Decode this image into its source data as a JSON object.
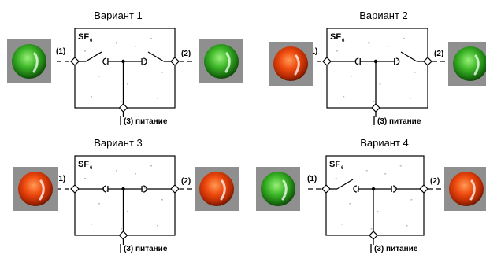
{
  "variants": [
    {
      "title": "Вариант 1",
      "gas_label": "SF",
      "gas_sub": "6",
      "left_port": "(1)",
      "right_port": "(2)",
      "power_label": "(3) питание",
      "left_lamp": "green",
      "right_lamp": "green",
      "left_switch": "open",
      "right_switch": "open"
    },
    {
      "title": "Вариант 2",
      "gas_label": "SF",
      "gas_sub": "6",
      "left_port": "(1)",
      "right_port": "(2)",
      "power_label": "(3) питание",
      "left_lamp": "red",
      "right_lamp": "green",
      "left_switch": "closed",
      "right_switch": "open"
    },
    {
      "title": "Вариант 3",
      "gas_label": "SF",
      "gas_sub": "6",
      "left_port": "(1)",
      "right_port": "(2)",
      "power_label": "(3) питание",
      "left_lamp": "red",
      "right_lamp": "red",
      "left_switch": "closed",
      "right_switch": "closed"
    },
    {
      "title": "Вариант 4",
      "gas_label": "SF",
      "gas_sub": "6",
      "left_port": "(1)",
      "right_port": "(2)",
      "power_label": "(3) питание",
      "left_lamp": "green",
      "right_lamp": "red",
      "left_switch": "open",
      "right_switch": "closed"
    }
  ],
  "colors": {
    "green": "#3fb82a",
    "red": "#e23a0a",
    "lamp_frame": "#8f8f8f"
  }
}
